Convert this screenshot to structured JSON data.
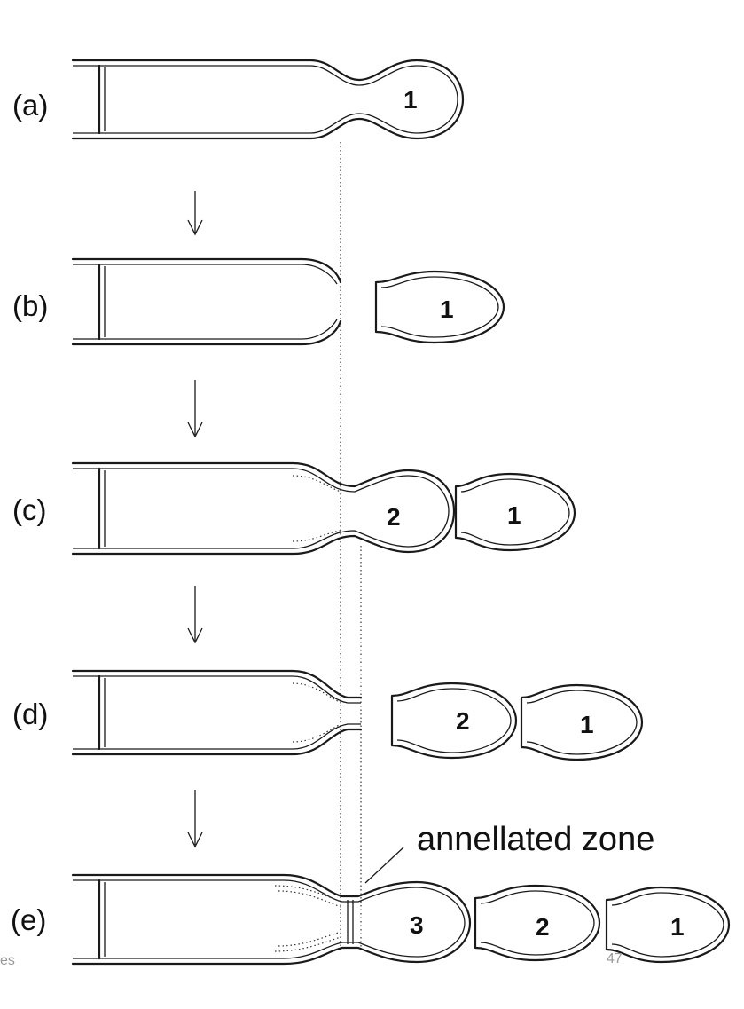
{
  "stages": [
    {
      "label": "(a)",
      "cells": [
        "1"
      ]
    },
    {
      "label": "(b)",
      "cells": [
        "1"
      ]
    },
    {
      "label": "(c)",
      "cells": [
        "2",
        "1"
      ]
    },
    {
      "label": "(d)",
      "cells": [
        "2",
        "1"
      ]
    },
    {
      "label": "(e)",
      "cells": [
        "3",
        "2",
        "1"
      ]
    }
  ],
  "annotation": "annellated zone",
  "footer": {
    "left_text": "es",
    "page_number": "47"
  }
}
